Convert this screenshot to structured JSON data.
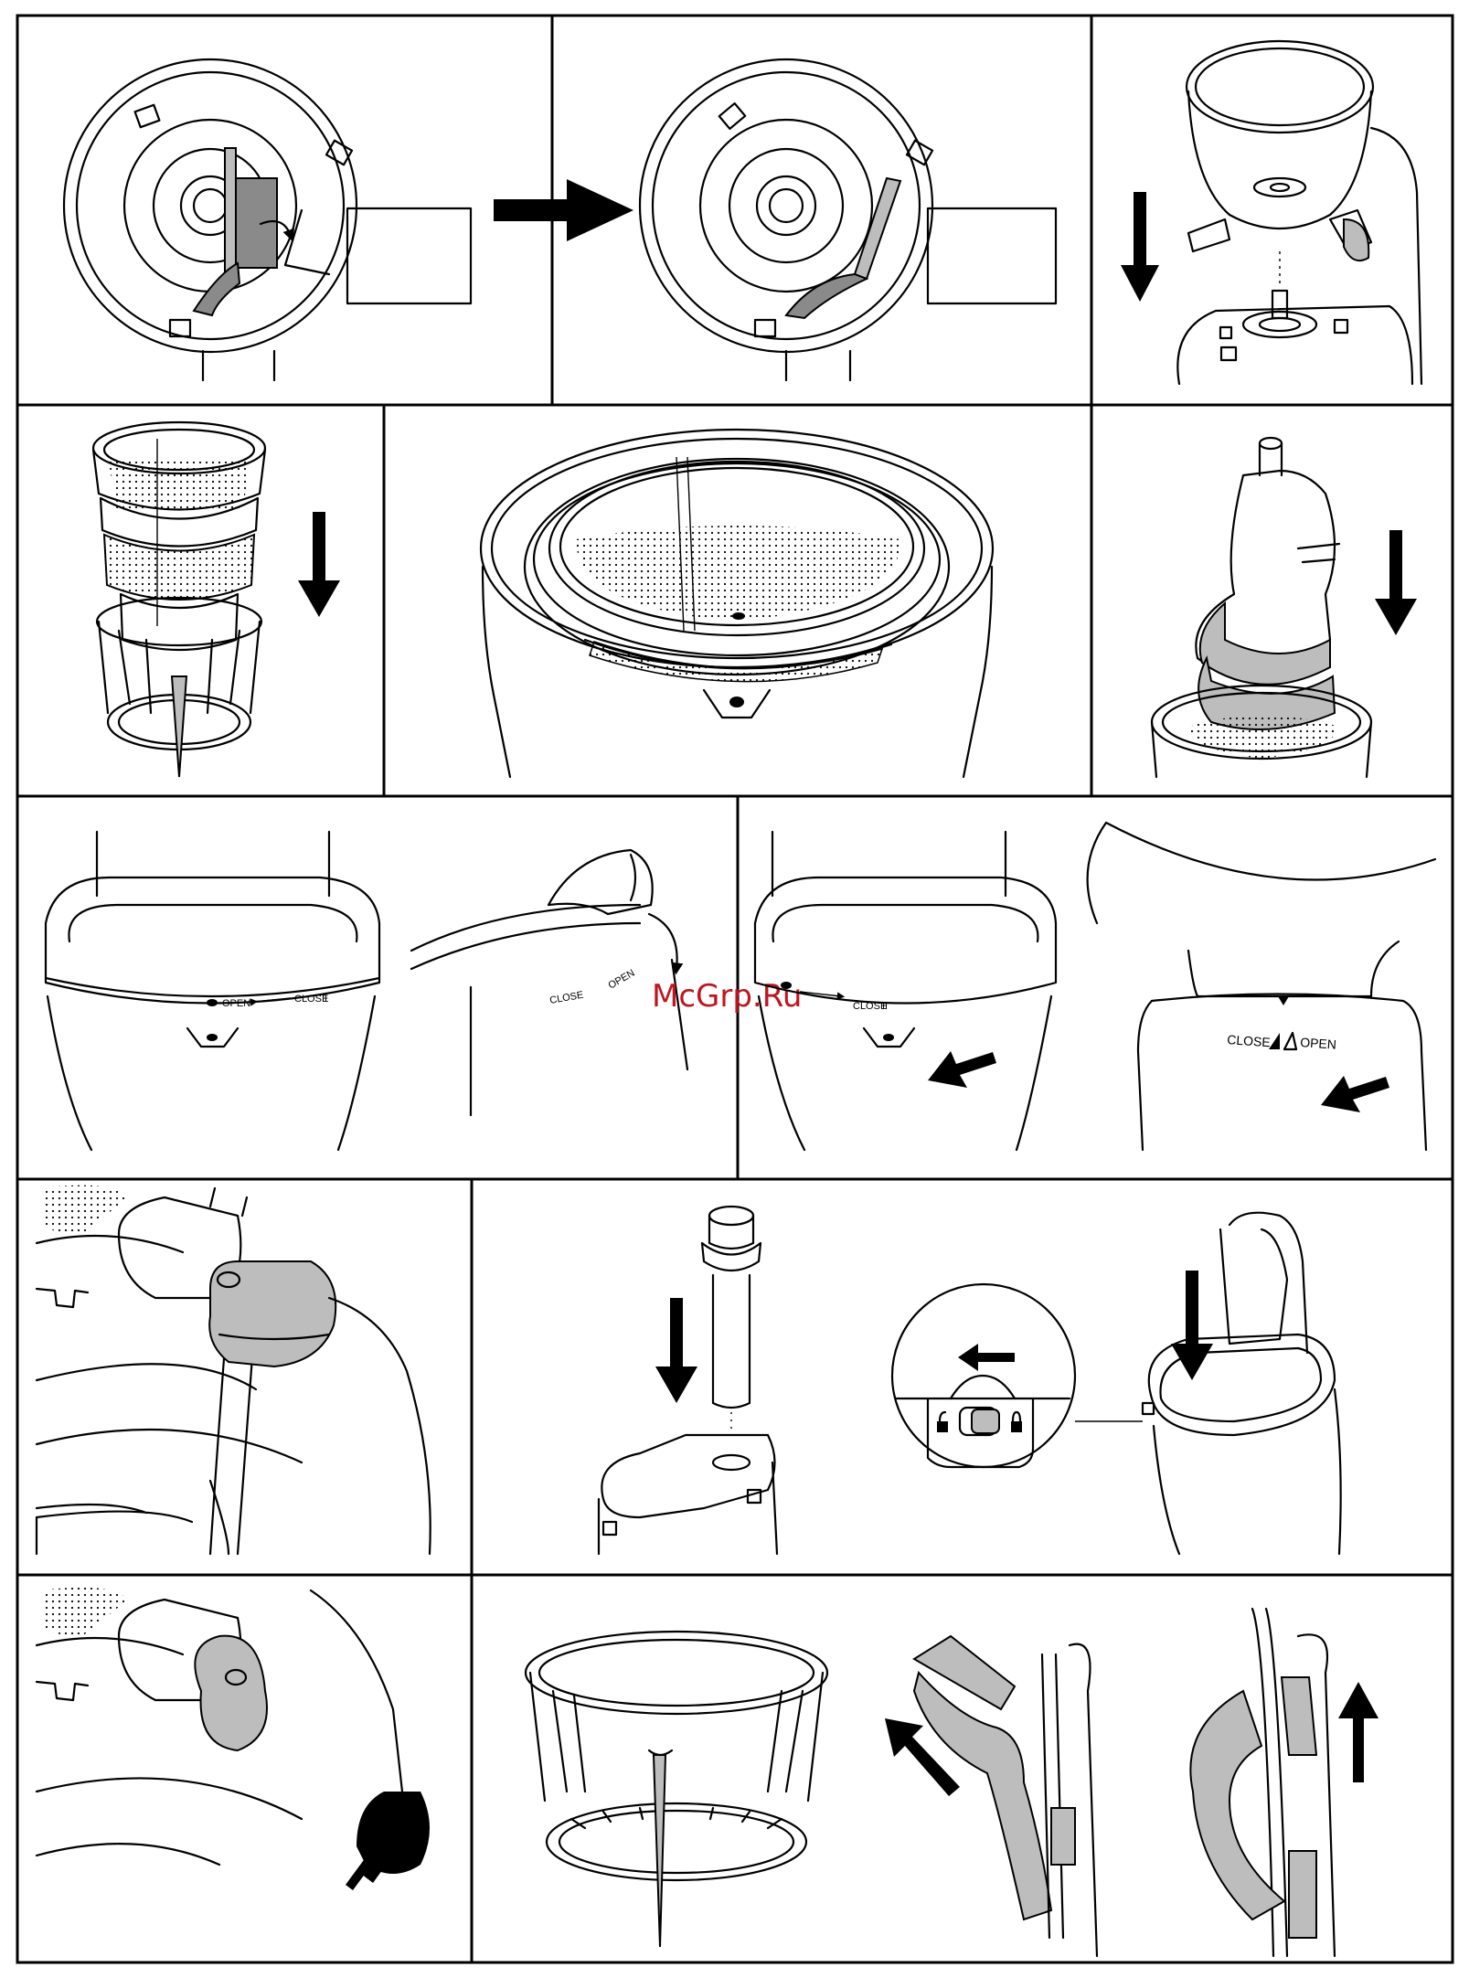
{
  "watermark": "McGrp.Ru",
  "dial_small": {
    "open": "OPEN",
    "close": "CLOSE",
    "close_mark": "II"
  },
  "dial_large": {
    "close": "CLOSE",
    "open": "OPEN"
  },
  "icons": [
    "arrow-right-icon",
    "arrow-down-icon",
    "arrow-left-icon",
    "arrow-up-icon",
    "curved-arrow-icon",
    "lock-icon",
    "unlock-icon",
    "no-dishwasher-icon"
  ],
  "colors": {
    "ink": "#000000",
    "shade": "#8a8a8a",
    "light_shade": "#bdbdbd",
    "watermark": "#c0151f"
  }
}
